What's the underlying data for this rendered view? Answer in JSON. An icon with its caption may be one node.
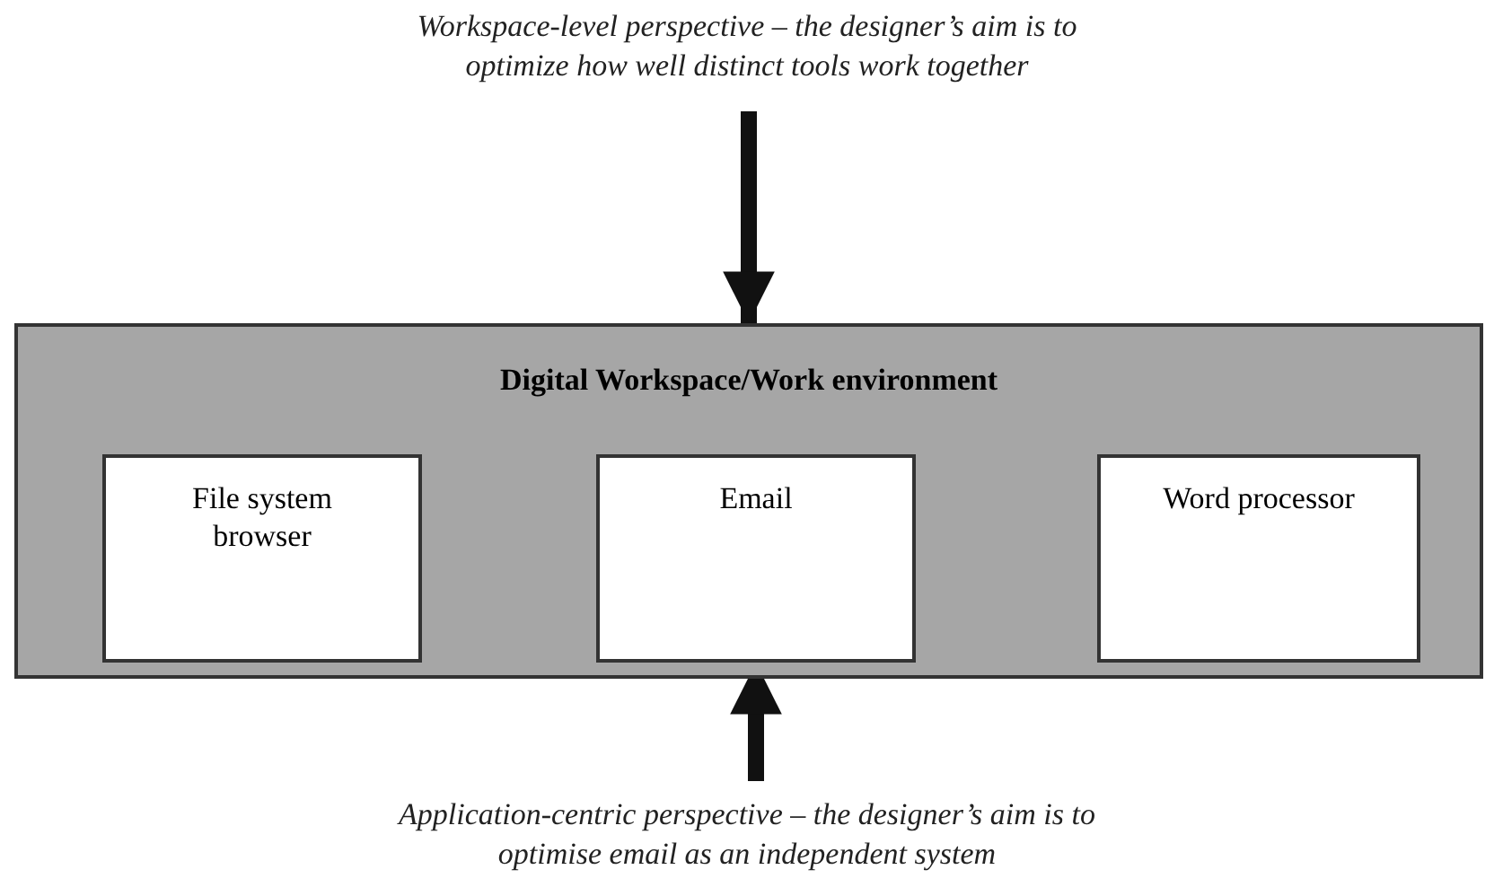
{
  "diagram": {
    "nodes": [
      {
        "text": [
          "Workspace-level perspective – the designer’s aim is to optimize how well distinct tools work together"
        ]
      },
      {
        "text": [
          "Digital Workspace/Work environment"
        ]
      },
      {
        "text": [
          "File system browser"
        ],
        "in": 1
      },
      {
        "text": [
          "Email"
        ],
        "in": 1
      },
      {
        "text": [
          "Word processor"
        ],
        "in": 1
      },
      {
        "text": [
          "Application-centric perspective – the designer’s aim is to optimise email as an independent system"
        ]
      }
    ],
    "edges": [
      {
        "from": 0,
        "to": 1,
        "arrow": "to"
      },
      {
        "from": 5,
        "to": 3,
        "arrow": "to"
      }
    ]
  }
}
